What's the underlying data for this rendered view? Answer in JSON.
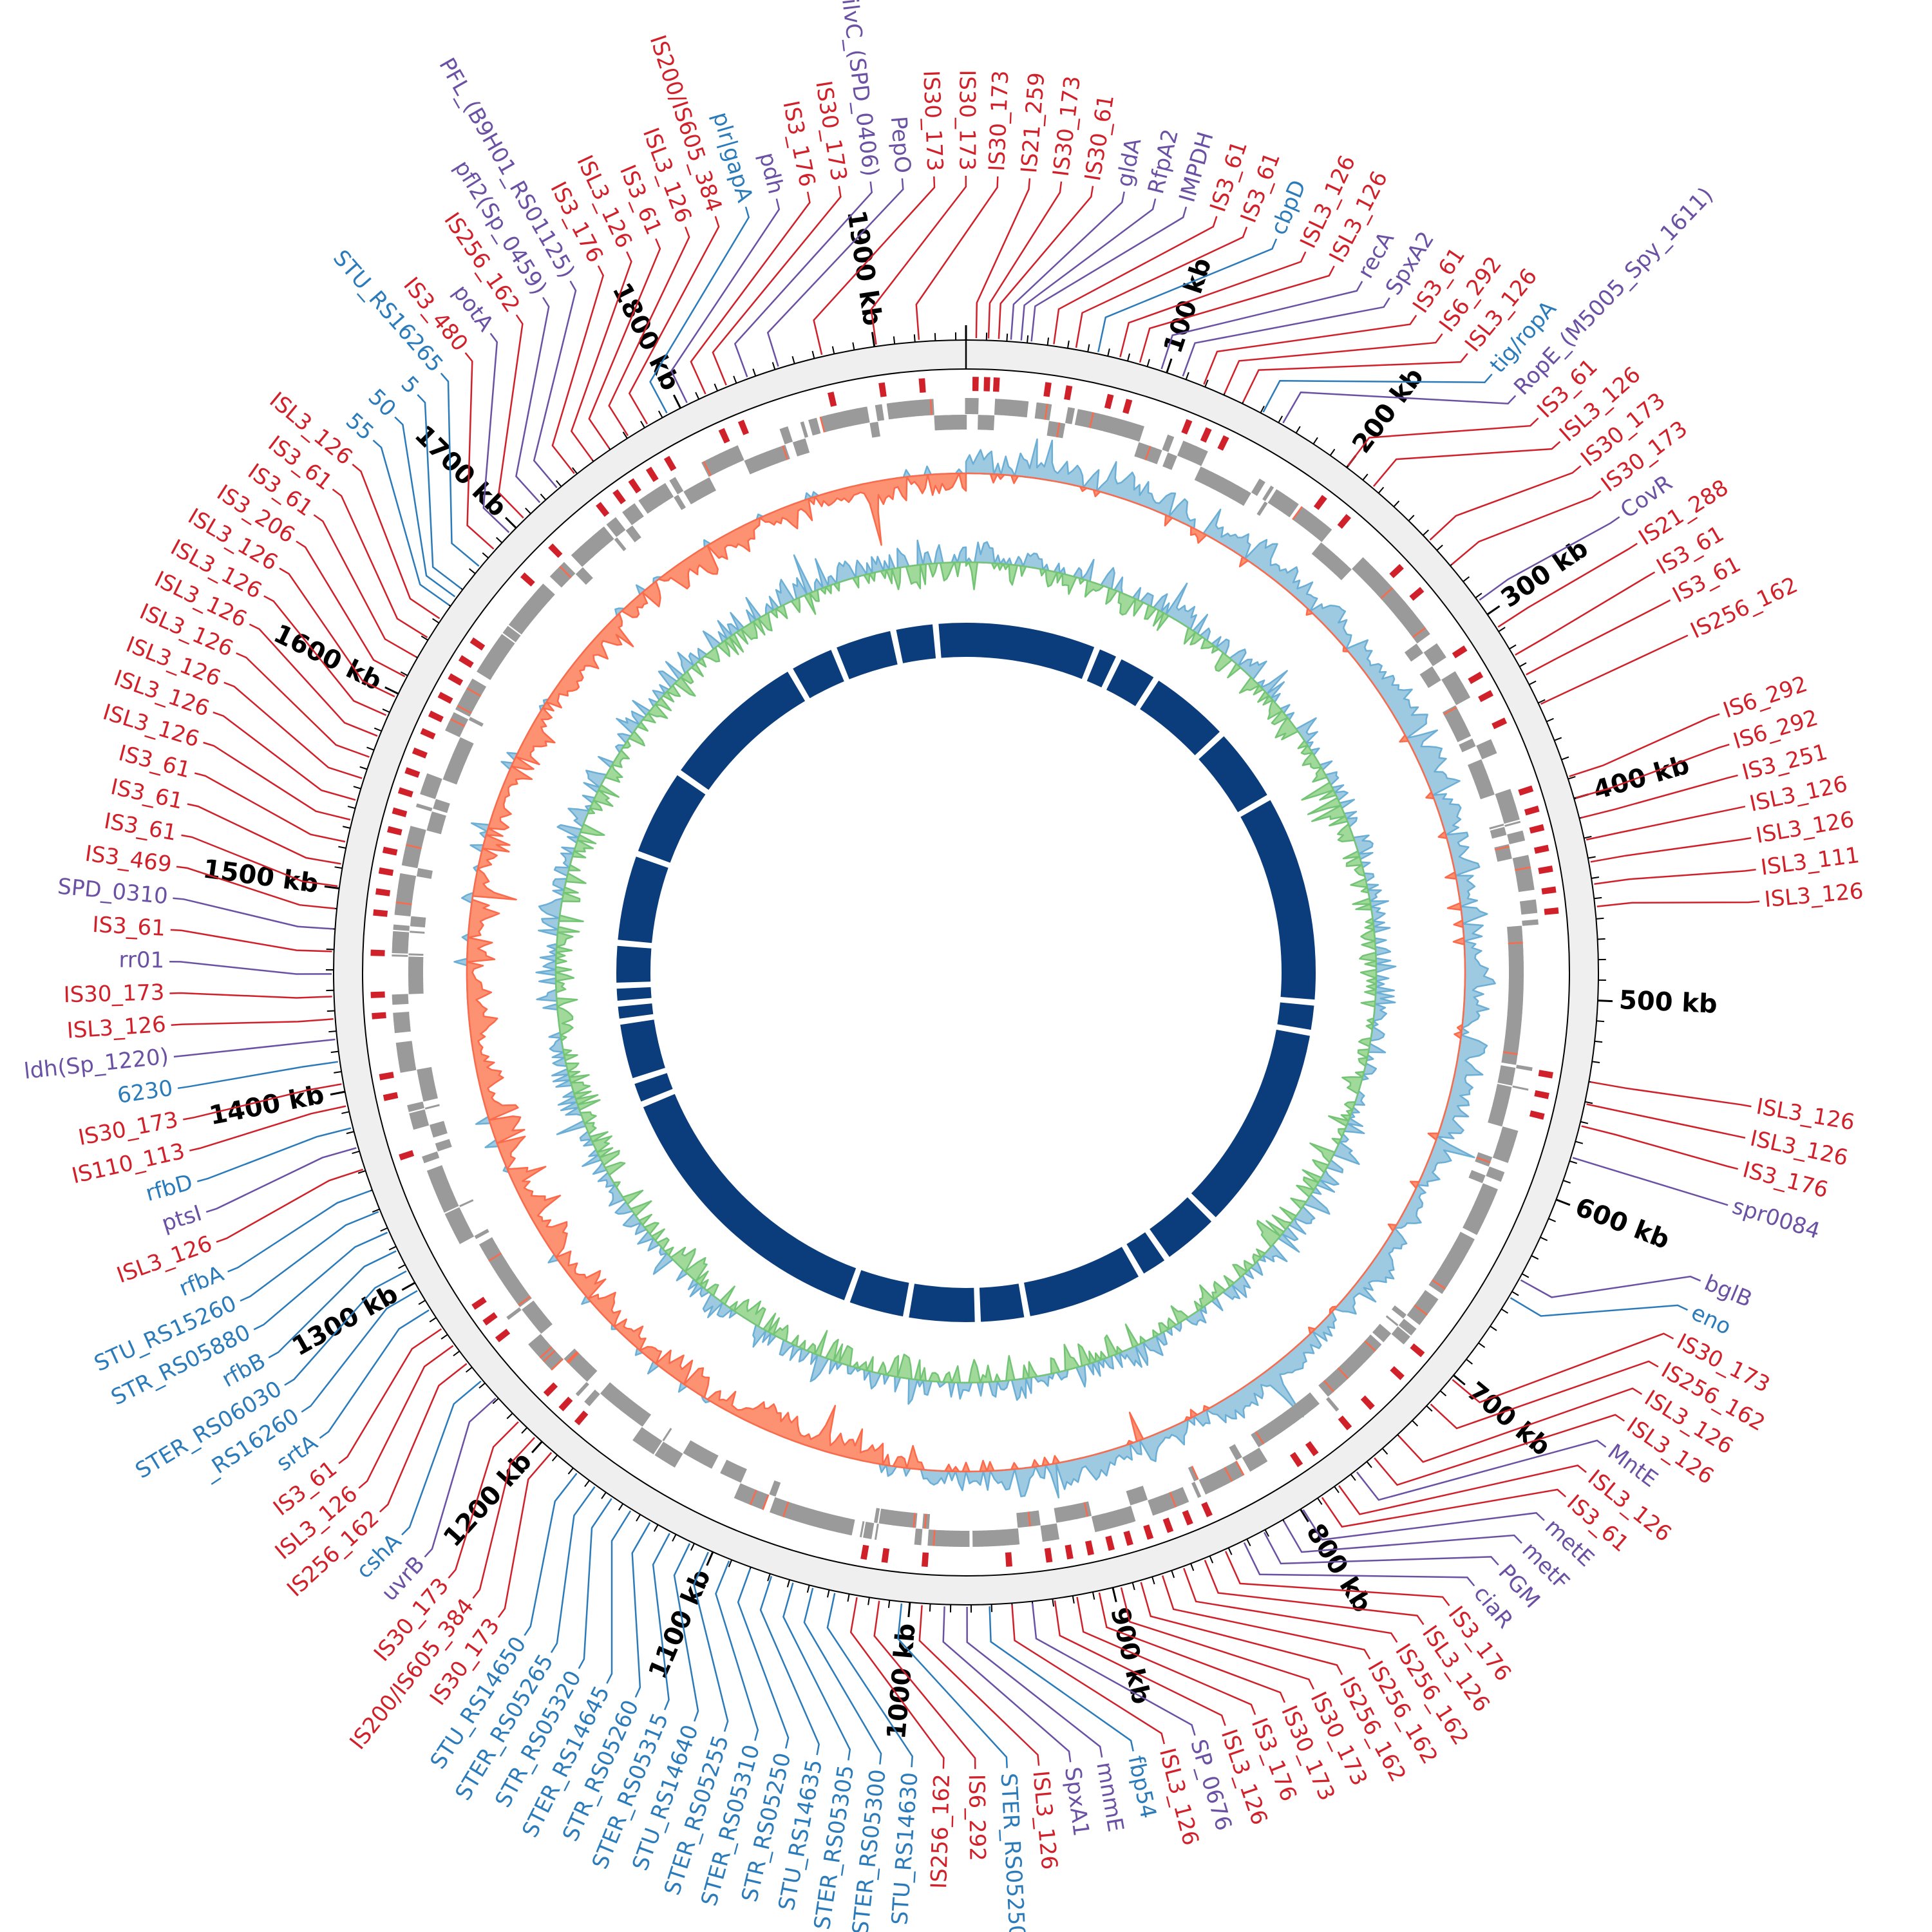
{
  "genome": {
    "length_kb": 1945,
    "tick_labels": [
      "100 kb",
      "200 kb",
      "300 kb",
      "400 kb",
      "500 kb",
      "600 kb",
      "700 kb",
      "800 kb",
      "900 kb",
      "1000 kb",
      "1100 kb",
      "1200 kb",
      "1300 kb",
      "1400 kb",
      "1500 kb",
      "1600 kb",
      "1700 kb",
      "1800 kb",
      "1900 kb"
    ],
    "contig_breaks_kb": [
      -65,
      -27,
      119,
      140,
      178,
      254,
      324,
      513,
      540,
      729,
      783,
      810,
      918,
      962,
      1026,
      1080,
      1339,
      1361,
      1415,
      1431,
      1447,
      1485,
      1566,
      1647,
      1782,
      1825
    ]
  },
  "colors": {
    "is": "#d0202a",
    "locus": "#2b7bba",
    "gene": "#6a51a3",
    "ring_fill": "#efefef",
    "gene_track": "#9a9a9a",
    "skew_pos": "#9ecae1",
    "skew_pos_line": "#6baed6",
    "skew_neg": "#fc9272",
    "skew_neg_line": "#fb6a4a",
    "gc_neg": "#a1d99b",
    "gc_neg_line": "#74c476",
    "contig": "#0b3d7c"
  },
  "features": [
    [
      "IS21_259",
      "is",
      5
    ],
    [
      "IS30_173",
      "is",
      11
    ],
    [
      "IS30_61",
      "is",
      16
    ],
    [
      "gldA",
      "gene",
      22
    ],
    [
      "RfpA2",
      "gene",
      27
    ],
    [
      "IMPDH",
      "gene",
      32
    ],
    [
      "IS3_61",
      "is",
      43
    ],
    [
      "IS3_61",
      "is",
      54
    ],
    [
      "cbpD",
      "locus",
      65
    ],
    [
      "ISL3_126",
      "is",
      76
    ],
    [
      "ISL3_126",
      "is",
      86
    ],
    [
      "recA",
      "gene",
      97
    ],
    [
      "SpxA2",
      "gene",
      108
    ],
    [
      "IS3_61",
      "is",
      119
    ],
    [
      "IS6_292",
      "is",
      130
    ],
    [
      "ISL3_126",
      "is",
      140
    ],
    [
      "tig/ropA",
      "locus",
      151
    ],
    [
      "RopE_(M5005_Spy_1611)",
      "gene",
      162
    ],
    [
      "IS3_61",
      "is",
      200
    ],
    [
      "ISL3_126",
      "is",
      216
    ],
    [
      "IS30_173",
      "is",
      254
    ],
    [
      "IS30_173",
      "is",
      270
    ],
    [
      "CovR",
      "gene",
      292
    ],
    [
      "IS21_288",
      "is",
      308
    ],
    [
      "IS3_61",
      "is",
      324
    ],
    [
      "IS3_61",
      "is",
      335
    ],
    [
      "IS256_162",
      "is",
      351
    ],
    [
      "IS6_292",
      "is",
      389
    ],
    [
      "IS6_292",
      "is",
      400
    ],
    [
      "IS3_251",
      "is",
      410
    ],
    [
      "ISL3_126",
      "is",
      421
    ],
    [
      "ISL3_126",
      "is",
      432
    ],
    [
      "ISL3_111",
      "is",
      443
    ],
    [
      "ISL3_126",
      "is",
      454
    ],
    [
      "ISL3_126",
      "is",
      540
    ],
    [
      "ISL3_126",
      "is",
      551
    ],
    [
      "IS3_176",
      "is",
      562
    ],
    [
      "spr0084",
      "gene",
      578
    ],
    [
      "bglB",
      "gene",
      643
    ],
    [
      "eno",
      "locus",
      653
    ],
    [
      "IS30_173",
      "is",
      702
    ],
    [
      "IS256_162",
      "is",
      718
    ],
    [
      "ISL3_126",
      "is",
      740
    ],
    [
      "ISL3_126",
      "is",
      756
    ],
    [
      "MntE",
      "gene",
      767
    ],
    [
      "ISL3_126",
      "is",
      778
    ],
    [
      "IS3_61",
      "is",
      788
    ],
    [
      "metE",
      "gene",
      799
    ],
    [
      "metF",
      "gene",
      810
    ],
    [
      "PGM",
      "gene",
      821
    ],
    [
      "ciaR",
      "gene",
      832
    ],
    [
      "IS3_176",
      "is",
      842
    ],
    [
      "ISL3_126",
      "is",
      853
    ],
    [
      "IS256_162",
      "is",
      864
    ],
    [
      "IS256_162",
      "is",
      875
    ],
    [
      "IS256_162",
      "is",
      886
    ],
    [
      "IS30_173",
      "is",
      896
    ],
    [
      "IS30_173",
      "is",
      907
    ],
    [
      "IS3_176",
      "is",
      918
    ],
    [
      "ISL3_126",
      "is",
      929
    ],
    [
      "SP_0676",
      "gene",
      940
    ],
    [
      "ISL3_126",
      "is",
      950
    ],
    [
      "fbp54",
      "locus",
      961
    ],
    [
      "mnmE",
      "gene",
      972
    ],
    [
      "SpxA1",
      "gene",
      983
    ],
    [
      "ISL3_126",
      "is",
      994
    ],
    [
      "STER_RS05250",
      "locus",
      1004
    ],
    [
      "IS6_292",
      "is",
      1015
    ],
    [
      "IS256_162",
      "is",
      1026
    ],
    [
      "STU_RS14630",
      "locus",
      1037
    ],
    [
      "STER_RS05300",
      "locus",
      1048
    ],
    [
      "STER_RS05305",
      "locus",
      1058
    ],
    [
      "STU_RS14635",
      "locus",
      1069
    ],
    [
      "STR_RS05250",
      "locus",
      1080
    ],
    [
      "STER_RS05310",
      "locus",
      1091
    ],
    [
      "STER_RS05255",
      "locus",
      1102
    ],
    [
      "STU_RS14640",
      "locus",
      1112
    ],
    [
      "STER_RS05315",
      "locus",
      1123
    ],
    [
      "STR_RS05260",
      "locus",
      1134
    ],
    [
      "STER_RS14645",
      "locus",
      1145
    ],
    [
      "STR_RS05320",
      "locus",
      1156
    ],
    [
      "STER_RS05265",
      "locus",
      1166
    ],
    [
      "STU_RS14650",
      "locus",
      1177
    ],
    [
      "IS30_173",
      "is",
      1193
    ],
    [
      "IS200/IS605_384",
      "is",
      1204
    ],
    [
      "IS30_173",
      "is",
      1215
    ],
    [
      "uvrB",
      "gene",
      1231
    ],
    [
      "cshA",
      "locus",
      1242
    ],
    [
      "IS256_162",
      "is",
      1253
    ],
    [
      "ISL3_126",
      "is",
      1264
    ],
    [
      "IS3_61",
      "is",
      1274
    ],
    [
      "srtA",
      "locus",
      1285
    ],
    [
      "_RS16260",
      "locus",
      1296
    ],
    [
      "STER_RS06030",
      "locus",
      1307
    ],
    [
      "rfbB",
      "locus",
      1318
    ],
    [
      "STR_RS05880",
      "locus",
      1328
    ],
    [
      "STU_RS15260",
      "locus",
      1339
    ],
    [
      "rfbA",
      "locus",
      1350
    ],
    [
      "ISL3_126",
      "is",
      1361
    ],
    [
      "ptsI",
      "gene",
      1372
    ],
    [
      "rfbD",
      "locus",
      1382
    ],
    [
      "IS110_113",
      "is",
      1393
    ],
    [
      "IS30_173",
      "is",
      1404
    ],
    [
      "6230",
      "locus",
      1415
    ],
    [
      "ldh(Sp_1220)",
      "gene",
      1426
    ],
    [
      "ISL3_126",
      "is",
      1436
    ],
    [
      "IS30_173",
      "is",
      1447
    ],
    [
      "rr01",
      "gene",
      1458
    ],
    [
      "IS3_61",
      "is",
      1469
    ],
    [
      "SPD_0310",
      "gene",
      1480
    ],
    [
      "IS3_469",
      "is",
      1490
    ],
    [
      "IS3_61",
      "is",
      1501
    ],
    [
      "IS3_61",
      "is",
      1512
    ],
    [
      "IS3_61",
      "is",
      1523
    ],
    [
      "ISL3_126",
      "is",
      1534
    ],
    [
      "ISL3_126",
      "is",
      1544
    ],
    [
      "ISL3_126",
      "is",
      1555
    ],
    [
      "ISL3_126",
      "is",
      1566
    ],
    [
      "ISL3_126",
      "is",
      1577
    ],
    [
      "ISL3_126",
      "is",
      1588
    ],
    [
      "ISL3_126",
      "is",
      1598
    ],
    [
      "IS3_206",
      "is",
      1609
    ],
    [
      "IS3_61",
      "is",
      1620
    ],
    [
      "IS3_61",
      "is",
      1631
    ],
    [
      "ISL3_126",
      "is",
      1642
    ],
    [
      "55",
      "locus",
      1650
    ],
    [
      "50",
      "locus",
      1655
    ],
    [
      "5",
      "locus",
      1660
    ],
    [
      "STU_RS16265",
      "locus",
      1674
    ],
    [
      "IS3_480",
      "is",
      1685
    ],
    [
      "potA",
      "gene",
      1696
    ],
    [
      "IS256_162",
      "is",
      1706
    ],
    [
      "pfl2(Sp_0459)",
      "gene",
      1717
    ],
    [
      "PFL_(B9H01_RS01125)",
      "gene",
      1728
    ],
    [
      "IS3_176",
      "is",
      1739
    ],
    [
      "ISL3_126",
      "is",
      1750
    ],
    [
      "IS3_61",
      "is",
      1760
    ],
    [
      "ISL3_126",
      "is",
      1771
    ],
    [
      "IS200/IS605_384",
      "is",
      1782
    ],
    [
      "plr|gapA",
      "locus",
      1793
    ],
    [
      "pdh",
      "gene",
      1804
    ],
    [
      "IS3_176",
      "is",
      1814
    ],
    [
      "IS30_173",
      "is",
      1825
    ],
    [
      "ilvC_(SPD_0406)",
      "gene",
      1836
    ],
    [
      "PepO",
      "gene",
      1852
    ],
    [
      "IS30_173",
      "is",
      1874
    ],
    [
      "IS30_173",
      "is",
      1901
    ],
    [
      "IS30_173",
      "is",
      1922
    ]
  ]
}
